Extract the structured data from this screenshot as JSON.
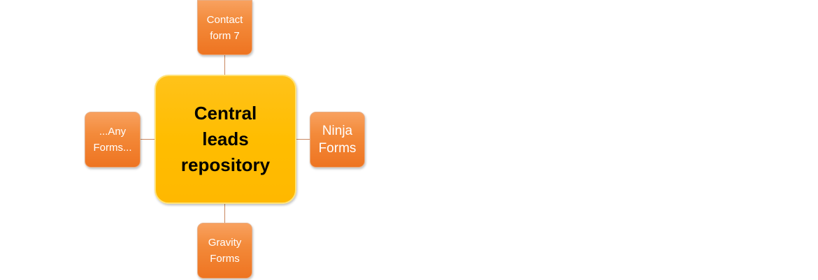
{
  "center": {
    "label": "Central\nleads\nrepository"
  },
  "nodes": {
    "top": {
      "label": "Contact\nform  7"
    },
    "right": {
      "label": "Ninja\nForms"
    },
    "bottom": {
      "label": "Gravity\nForms"
    },
    "left": {
      "label": "...Any\nForms..."
    }
  },
  "colors": {
    "center_fill": "#ffbd00",
    "node_fill": "#f38a3a",
    "connector": "#c8875f"
  }
}
